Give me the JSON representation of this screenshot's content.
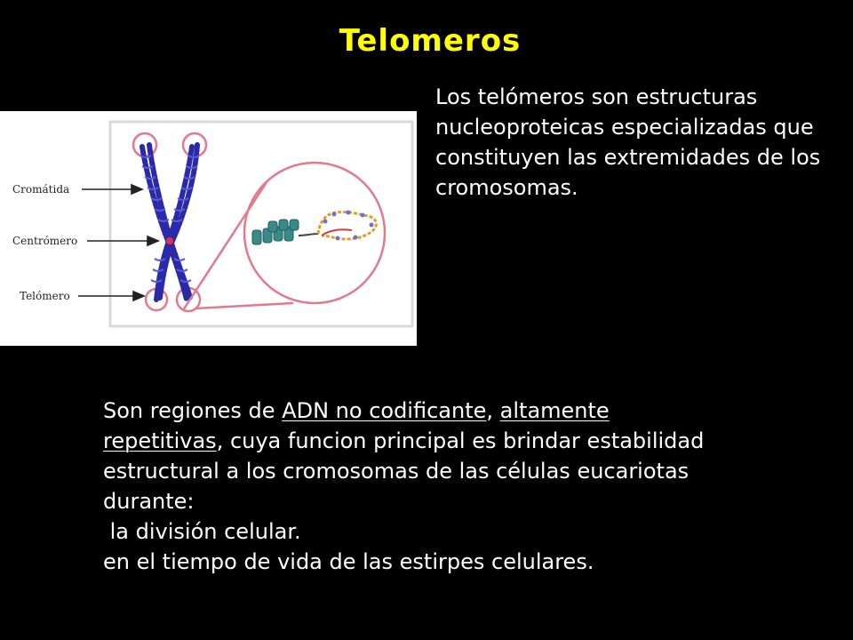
{
  "title": "Telomeros",
  "intro": "Los telómeros son estructuras nucleoproteicas especializadas que constituyen las extremidades de los cromosomas.",
  "diagram": {
    "labels": {
      "chromatid": "Cromátida",
      "centromere": "Centrómero",
      "telomere": "Telómero"
    },
    "colors": {
      "chromosome": "#2a2aa8",
      "telomere_ring": "#e07a8c",
      "frame": "#d9d9d9",
      "nucleosome": "#3a8a8a"
    }
  },
  "body": {
    "p1_prefix": "Son regiones de ",
    "p1_link1": "ADN no codificante",
    "p1_sep": ", ",
    "p1_link2a": "altamente",
    "p1_link2b": "repetitivas",
    "p1_suffix": ", cuya funcion principal es brindar estabilidad estructural a los cromosomas de las células eucariotas durante:",
    "item1": " la división celular.",
    "item2": "en el tiempo de vida de las estirpes celulares."
  }
}
